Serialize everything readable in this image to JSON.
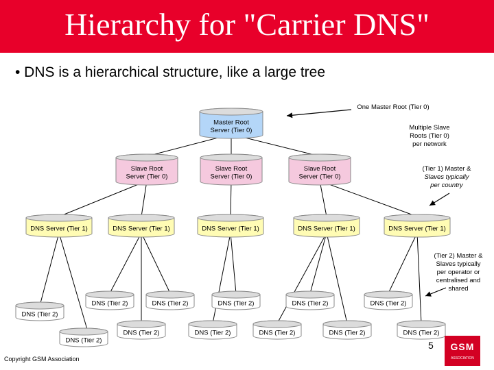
{
  "title": "Hierarchy for \"Carrier DNS\"",
  "bullet": "• DNS is a hierarchical structure, like a large tree",
  "colors": {
    "title_bar": "#e8002a",
    "master_root": "#b4d6f8",
    "slave_root": "#f5c9de",
    "tier1": "#fffcb4",
    "tier2": "#ffffff"
  },
  "nodes": {
    "master_root": [
      "Master Root",
      "Server (Tier 0)"
    ],
    "slave_root": [
      "Slave Root",
      "Server (Tier 0)"
    ],
    "tier1": "DNS Server (Tier 1)",
    "tier2": "DNS (Tier 2)"
  },
  "annotations": {
    "master": "One Master Root (Tier 0)",
    "slave": [
      "Multiple Slave",
      "Roots (Tier 0)",
      "per network"
    ],
    "tier1": [
      "(Tier 1) Master &",
      "Slaves typically",
      "per country"
    ],
    "tier2": [
      "(Tier 2) Master &",
      "Slaves typically",
      "per operator or",
      "centralised and",
      "shared"
    ]
  },
  "footer": {
    "copyright": "Copyright GSM Association",
    "page_number": "5",
    "logo_text": "GSM",
    "logo_sub": "ASSOCIATION"
  }
}
